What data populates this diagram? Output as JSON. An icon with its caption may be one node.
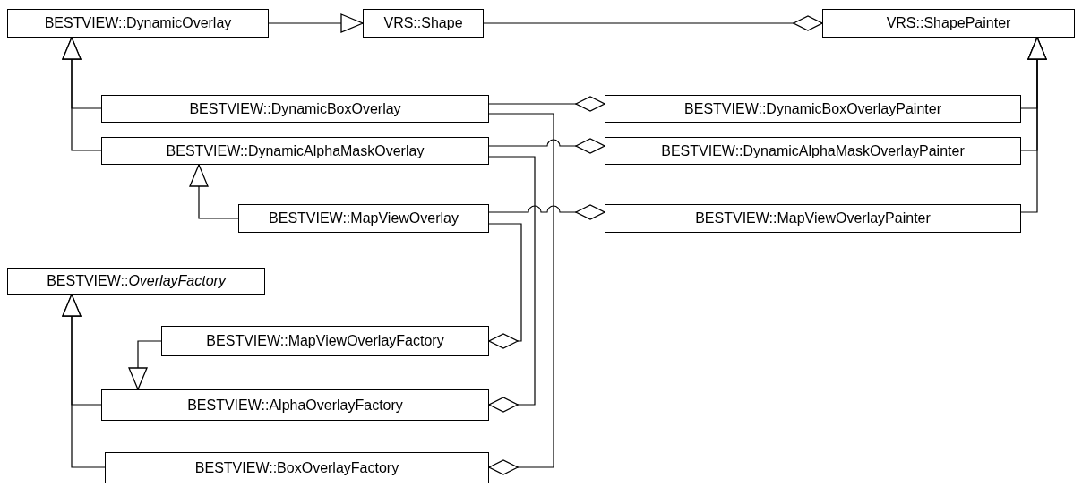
{
  "diagram": {
    "nodes": [
      {
        "text": [
          "BESTVIEW::DynamicOverlay"
        ]
      },
      {
        "text": [
          "VRS::Shape"
        ]
      },
      {
        "text": [
          "VRS::ShapePainter"
        ]
      },
      {
        "text": [
          "BESTVIEW::DynamicBoxOverlay"
        ]
      },
      {
        "text": [
          "BESTVIEW::DynamicBoxOverlayPainter"
        ]
      },
      {
        "text": [
          "BESTVIEW::DynamicAlphaMaskOverlay"
        ]
      },
      {
        "text": [
          "BESTVIEW::DynamicAlphaMaskOverlayPainter"
        ]
      },
      {
        "text": [
          "BESTVIEW::MapViewOverlay"
        ]
      },
      {
        "text": [
          "BESTVIEW::MapViewOverlayPainter"
        ]
      },
      {
        "text": [
          "BESTVIEW::*OverlayFactory*"
        ]
      },
      {
        "text": [
          "BESTVIEW::MapViewOverlayFactory"
        ]
      },
      {
        "text": [
          "BESTVIEW::AlphaOverlayFactory"
        ]
      },
      {
        "text": [
          "BESTVIEW::BoxOverlayFactory"
        ]
      }
    ],
    "edges": [
      {
        "from": 0,
        "to": 1,
        "arrow": "to"
      },
      {
        "from": 1,
        "to": 2,
        "arrow": "other"
      },
      {
        "from": 3,
        "to": 0,
        "arrow": "to"
      },
      {
        "from": 5,
        "to": 0,
        "arrow": "to"
      },
      {
        "from": 7,
        "to": 5,
        "arrow": "to"
      },
      {
        "from": 4,
        "to": 2,
        "arrow": "to"
      },
      {
        "from": 6,
        "to": 2,
        "arrow": "to"
      },
      {
        "from": 8,
        "to": 2,
        "arrow": "to"
      },
      {
        "from": 3,
        "to": 4,
        "arrow": "other"
      },
      {
        "from": 5,
        "to": 6,
        "arrow": "other"
      },
      {
        "from": 7,
        "to": 8,
        "arrow": "other"
      },
      {
        "from": 7,
        "to": 10,
        "arrow": "other"
      },
      {
        "from": 5,
        "to": 11,
        "arrow": "other"
      },
      {
        "from": 3,
        "to": 12,
        "arrow": "other"
      },
      {
        "from": 10,
        "to": 11,
        "arrow": "to"
      },
      {
        "from": 11,
        "to": 9,
        "arrow": "to"
      },
      {
        "from": 12,
        "to": 9,
        "arrow": "to"
      }
    ]
  }
}
